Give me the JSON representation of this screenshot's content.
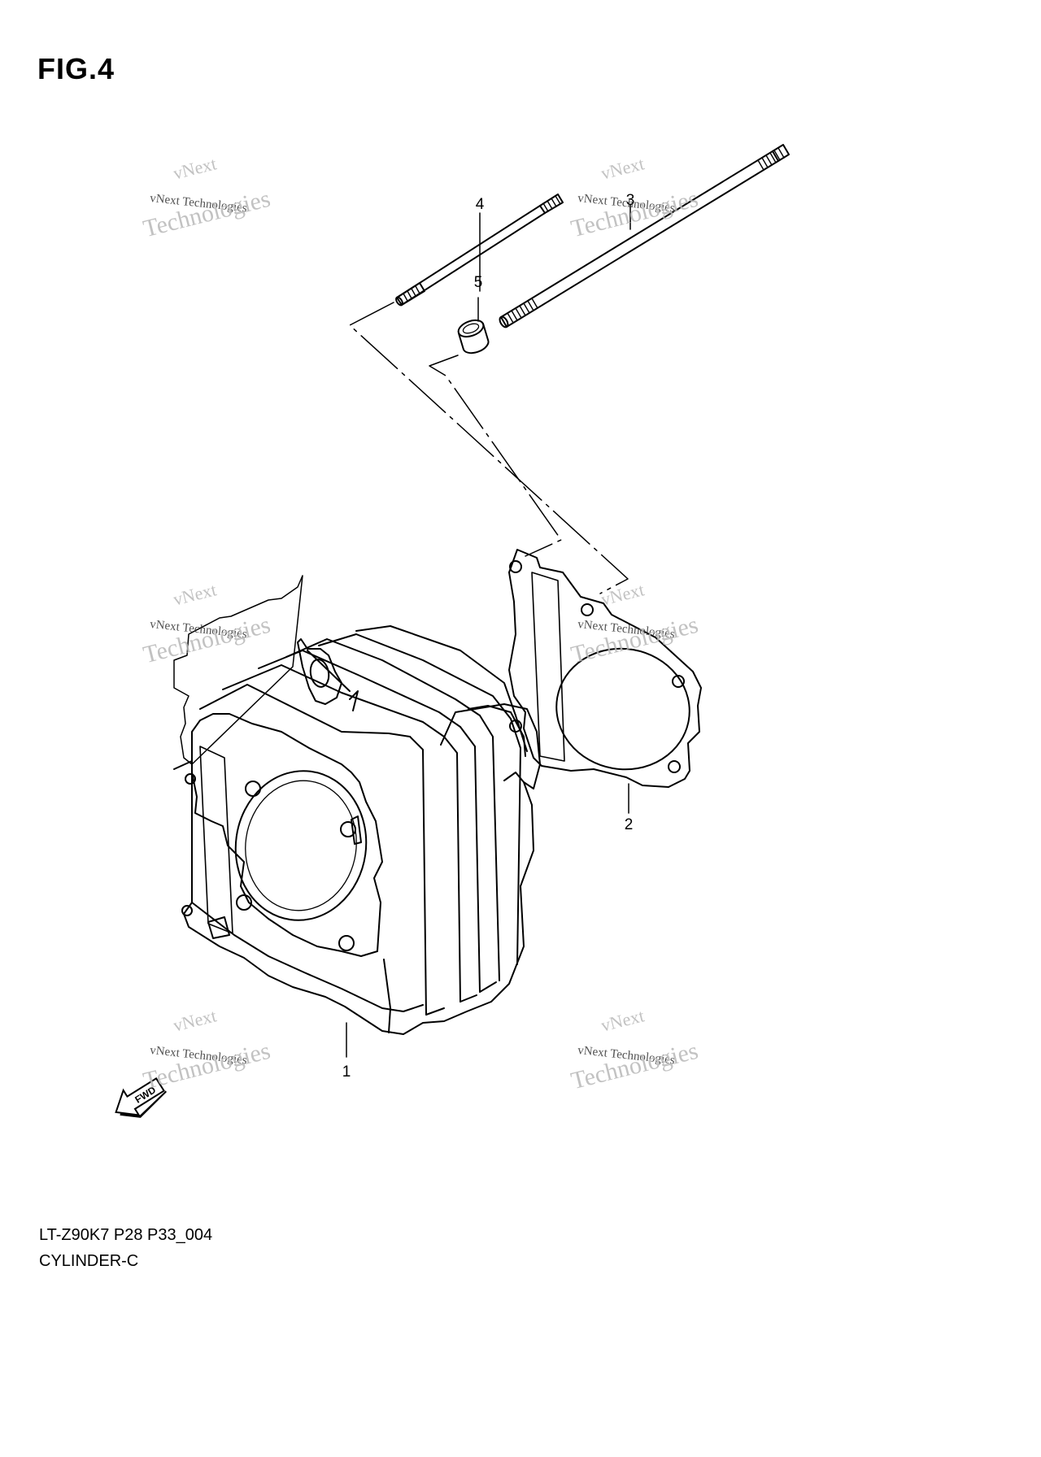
{
  "figure": {
    "title": "FIG.4",
    "model_code": "LT-Z90K7  P28 P33_004",
    "caption": "CYLINDER-C"
  },
  "callouts": [
    {
      "id": "1",
      "label": "1",
      "part": "cylinder"
    },
    {
      "id": "2",
      "label": "2",
      "part": "gasket"
    },
    {
      "id": "3",
      "label": "3",
      "part": "long-stud"
    },
    {
      "id": "4",
      "label": "4",
      "part": "short-stud"
    },
    {
      "id": "5",
      "label": "5",
      "part": "dowel-pin"
    }
  ],
  "watermark": {
    "line1": "vNext Technologies",
    "line2": "vNext",
    "line3": "Technologies"
  },
  "fwd_arrow": {
    "label": "FWD"
  },
  "colors": {
    "line": "#000000",
    "watermark": "#b8b8b8"
  }
}
